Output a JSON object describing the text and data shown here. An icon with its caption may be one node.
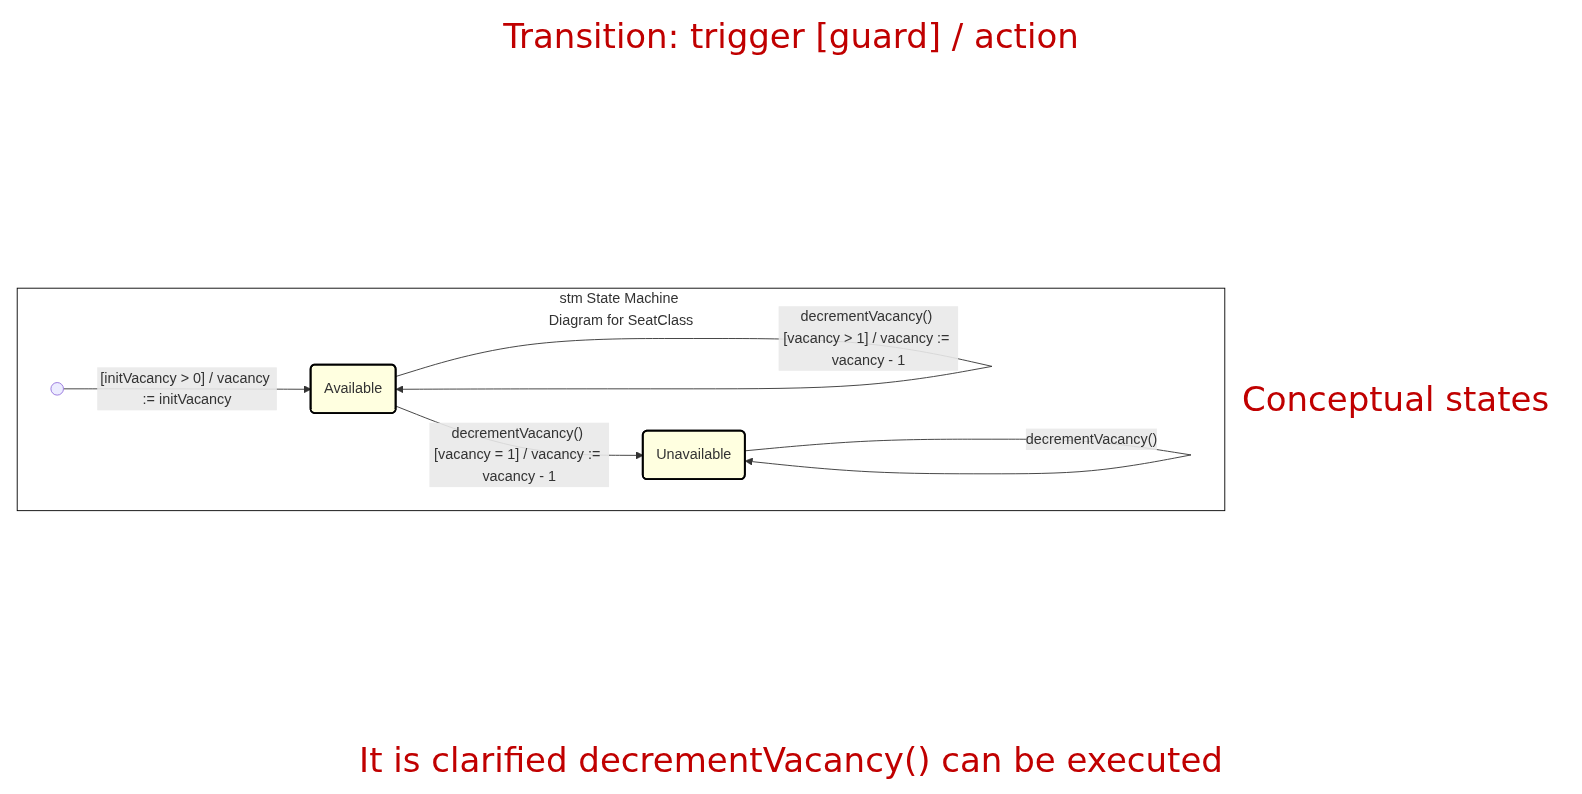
{
  "diagram": {
    "nodes": [
      {
        "text": [
          "stm State Machine Diagram for SeatClass"
        ]
      },
      {
        "text": [],
        "shape": "circle",
        "in": 0
      },
      {
        "text": [
          "Available"
        ],
        "in": 0
      },
      {
        "text": [
          "Unavailable"
        ],
        "in": 0
      }
    ],
    "edges": [
      {
        "from": 1,
        "to": 2,
        "arrow": "to",
        "label": "[initVacancy > 0] / vacancy := initVacancy"
      },
      {
        "from": 2,
        "to": 2,
        "arrow": "to",
        "label": "decrementVacancy() [vacancy > 1] / vacancy := vacancy - 1"
      },
      {
        "from": 2,
        "to": 3,
        "arrow": "to",
        "label": "decrementVacancy() [vacancy = 1] / vacancy := vacancy - 1"
      },
      {
        "from": 3,
        "to": 3,
        "arrow": "to",
        "label": "decrementVacancy()"
      }
    ],
    "labels": [
      "Transition: trigger [guard] / action",
      "Conceptual states",
      "It is clarified decrementVacancy() can be executed"
    ]
  }
}
